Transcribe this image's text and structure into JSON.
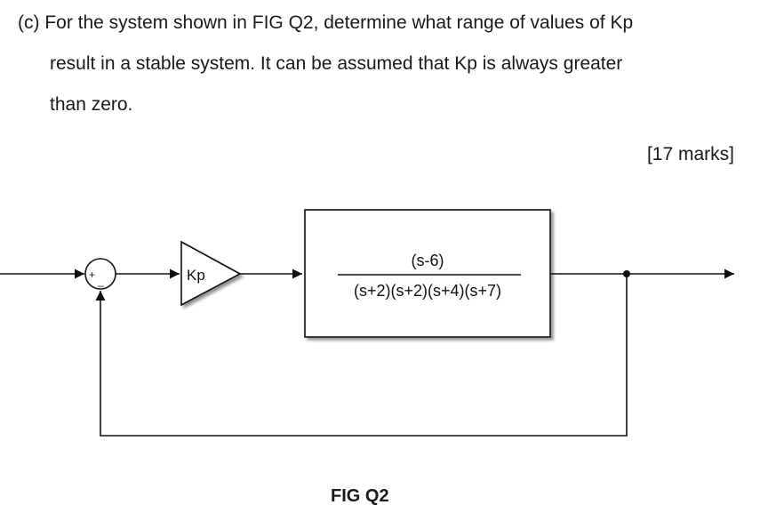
{
  "question": {
    "lines": [
      "(c) For the system shown in FIG Q2, determine what range of values of Kp",
      "result in a stable system. It can be assumed that Kp is always greater",
      "than zero."
    ],
    "marks": "[17 marks]"
  },
  "diagram": {
    "sum_plus": "+",
    "sum_minus": "_",
    "gain_label": "Kp",
    "tf_numerator": "(s-6)",
    "tf_denominator": "(s+2)(s+2)(s+4)(s+7)"
  },
  "caption": "FIG Q2"
}
